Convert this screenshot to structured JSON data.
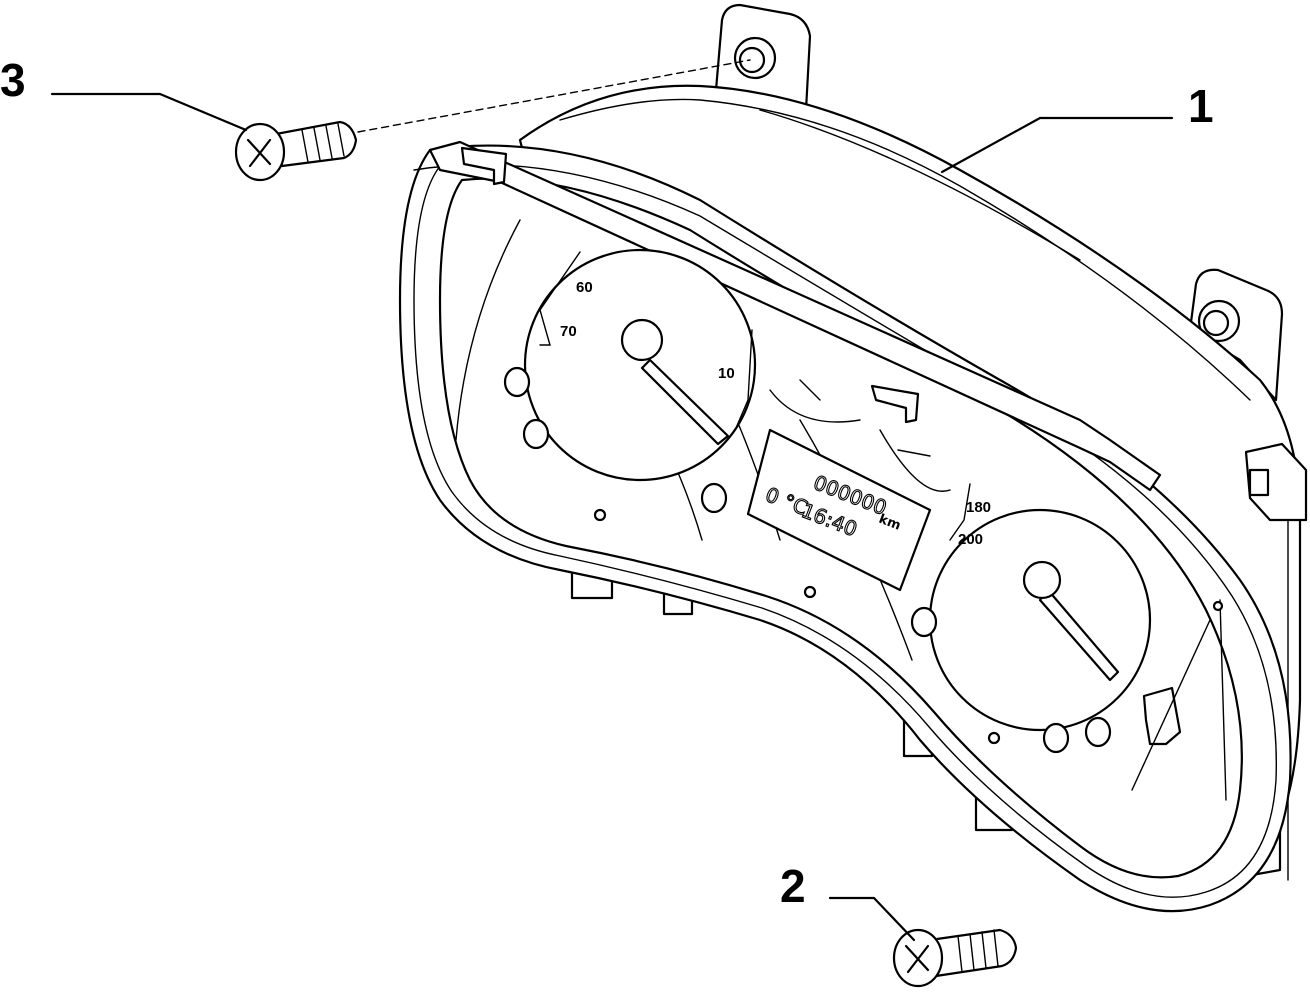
{
  "callouts": {
    "part1": "1",
    "part2": "2",
    "part3": "3"
  },
  "dial_labels": {
    "left_60": "60",
    "left_70": "70",
    "left_10": "10",
    "right_180": "180",
    "right_200": "200"
  },
  "display": {
    "odometer": "000000",
    "odometer_unit": "km",
    "temperature": "0 °C",
    "clock": "16:40"
  },
  "colors": {
    "line": "#000000",
    "background": "#ffffff"
  }
}
